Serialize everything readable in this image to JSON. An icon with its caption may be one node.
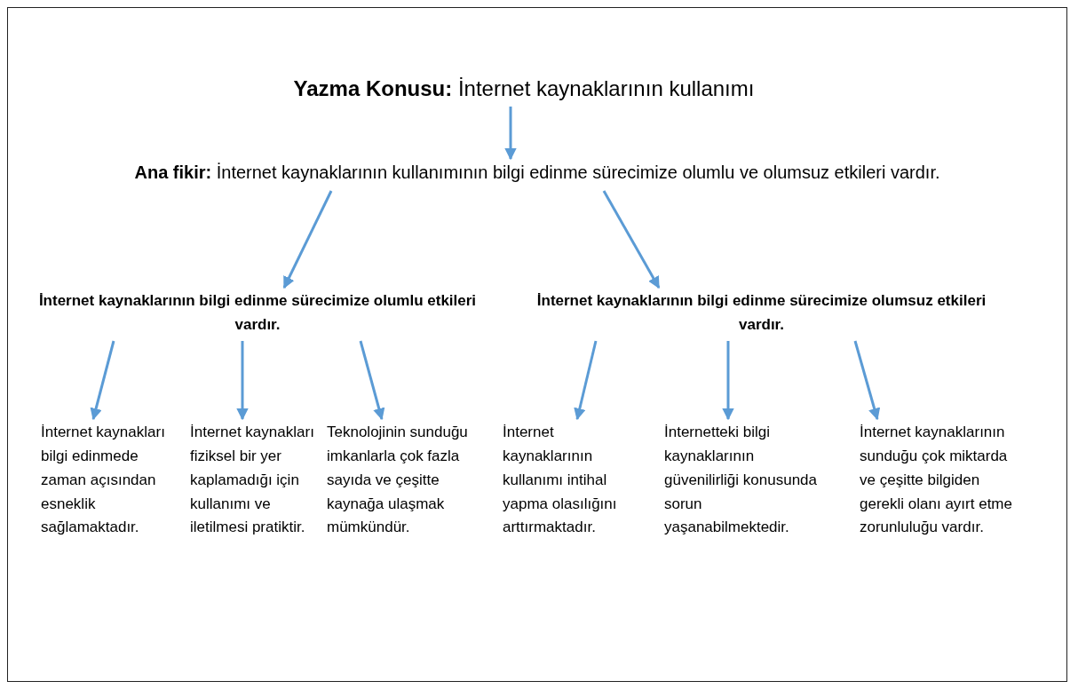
{
  "diagram": {
    "nodes": [
      {
        "text": [
          "**Yazma Konusu:** İnternet kaynaklarının kullanımı"
        ]
      },
      {
        "text": [
          "**Ana fikir:** İnternet kaynaklarının kullanımının bilgi edinme sürecimize olumlu ve olumsuz etkileri vardır."
        ]
      },
      {
        "text": [
          "İnternet kaynaklarının bilgi edinme sürecimize olumlu etkileri vardır."
        ]
      },
      {
        "text": [
          "İnternet kaynaklarının bilgi edinme sürecimize olumsuz etkileri vardır."
        ]
      },
      {
        "text": [
          "İnternet kaynakları bilgi edinmede zaman açısından esneklik sağlamaktadır."
        ]
      },
      {
        "text": [
          "İnternet kaynakları fiziksel bir yer kaplamadığı için kullanımı ve iletilmesi pratiktir."
        ]
      },
      {
        "text": [
          "Teknolojinin sunduğu imkanlarla çok fazla sayıda ve çeşitte kaynağa ulaşmak mümkündür."
        ]
      },
      {
        "text": [
          "İnternet kaynaklarının kullanımı intihal yapma olasılığını arttırmaktadır."
        ]
      },
      {
        "text": [
          "İnternetteki bilgi kaynaklarının güvenilirliği konusunda sorun yaşanabilmektedir."
        ]
      },
      {
        "text": [
          "İnternet kaynaklarının sunduğu çok miktarda ve çeşitte bilgiden gerekli olanı ayırt etme zorunluluğu vardır."
        ]
      }
    ],
    "edges": [
      {
        "from": 0,
        "to": 1,
        "arrow": "to"
      },
      {
        "from": 1,
        "to": 2,
        "arrow": "to"
      },
      {
        "from": 1,
        "to": 3,
        "arrow": "to"
      },
      {
        "from": 2,
        "to": 4,
        "arrow": "to"
      },
      {
        "from": 2,
        "to": 5,
        "arrow": "to"
      },
      {
        "from": 2,
        "to": 6,
        "arrow": "to"
      },
      {
        "from": 3,
        "to": 7,
        "arrow": "to"
      },
      {
        "from": 3,
        "to": 8,
        "arrow": "to"
      },
      {
        "from": 3,
        "to": 9,
        "arrow": "to"
      }
    ]
  }
}
